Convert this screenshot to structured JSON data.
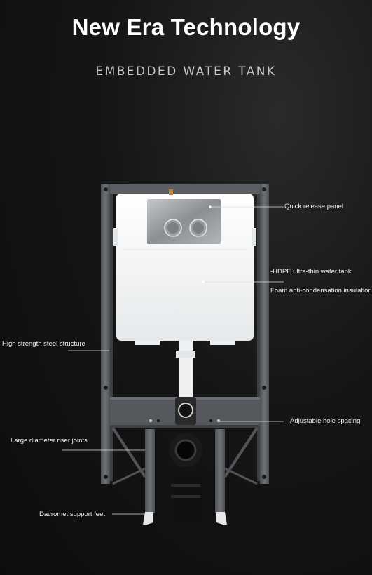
{
  "header": {
    "title": "New Era Technology",
    "subtitle": "EMBEDDED WATER TANK"
  },
  "labels": {
    "quick_release_panel": "Quick release panel",
    "hdpe_tank": "-HDPE ultra-thin water tank",
    "foam_insulation": "Foam anti-condensation insulation",
    "steel_structure": "High strength steel structure",
    "hole_spacing": "Adjustable hole spacing",
    "riser_joints": "Large diameter riser joints",
    "support_feet": "Dacromet support feet"
  },
  "colors": {
    "background": "#111111",
    "frame": "#5f6266",
    "tank": "#f2f4f5",
    "flush_plate": "#9fa2a5",
    "leader_line": "#e0e0e0"
  }
}
